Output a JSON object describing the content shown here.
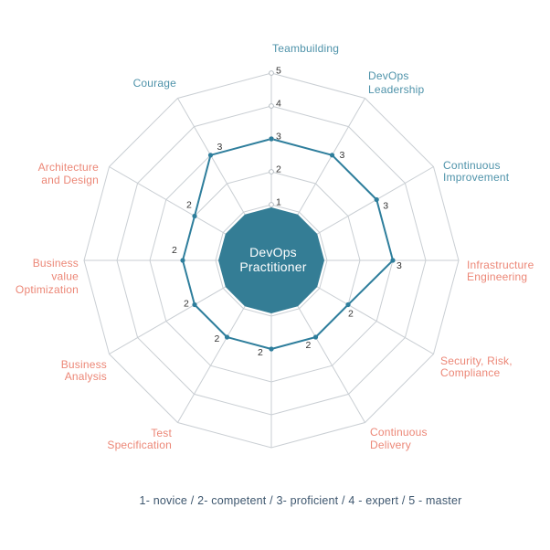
{
  "chart_data": {
    "type": "radar",
    "title": "",
    "center_label": "DevOps Practitioner",
    "center_label_lines": [
      "DevOps",
      "Practitioner"
    ],
    "axis_range": [
      0,
      5
    ],
    "scale_ticks": [
      "1",
      "2",
      "3",
      "4",
      "5"
    ],
    "grid": "on",
    "legend_position": "bottom",
    "legend": "1- novice / 2- competent  / 3- proficient /  4 - expert / 5 - master",
    "categories": [
      "Teambuilding",
      "DevOps Leadership",
      "Continuous Improvement",
      "Infrastructure Engineering",
      "Security, Risk, Compliance",
      "Continuous Delivery",
      "",
      "Test Specification",
      "Business Analysis",
      "Business value Optimization",
      "Architecture and Design",
      "Courage"
    ],
    "values": [
      3,
      3,
      3,
      3,
      2,
      2,
      2,
      2,
      2,
      2,
      2,
      3
    ],
    "axes": [
      {
        "label": "Teambuilding",
        "label_lines": [
          "Teambuilding"
        ],
        "value": 3,
        "color_role": "teal"
      },
      {
        "label": "DevOps Leadership",
        "label_lines": [
          "DevOps",
          "Leadership"
        ],
        "value": 3,
        "color_role": "teal"
      },
      {
        "label": "Continuous Improvement",
        "label_lines": [
          "Continuous",
          "Improvement"
        ],
        "value": 3,
        "color_role": "teal"
      },
      {
        "label": "Infrastructure Engineering",
        "label_lines": [
          "Infrastructure",
          "Engineering"
        ],
        "value": 3,
        "color_role": "salmon"
      },
      {
        "label": "Security, Risk, Compliance",
        "label_lines": [
          "Security, Risk,",
          "Compliance"
        ],
        "value": 2,
        "color_role": "salmon"
      },
      {
        "label": "Continuous Delivery",
        "label_lines": [
          "Continuous",
          "Delivery"
        ],
        "value": 2,
        "color_role": "salmon"
      },
      {
        "label": "",
        "label_lines": [],
        "value": 2,
        "color_role": null
      },
      {
        "label": "Test Specification",
        "label_lines": [
          "Test",
          "Specification"
        ],
        "value": 2,
        "color_role": "salmon"
      },
      {
        "label": "Business Analysis",
        "label_lines": [
          "Business",
          "Analysis"
        ],
        "value": 2,
        "color_role": "salmon"
      },
      {
        "label": "Business value Optimization",
        "label_lines": [
          "Business",
          "value",
          "Optimization"
        ],
        "value": 2,
        "color_role": "salmon"
      },
      {
        "label": "Architecture and Design",
        "label_lines": [
          "Architecture",
          "and Design"
        ],
        "value": 2,
        "color_role": "salmon"
      },
      {
        "label": "Courage",
        "label_lines": [
          "Courage"
        ],
        "value": 3,
        "color_role": "teal"
      }
    ]
  },
  "colors": {
    "teal_label": "#4f93aa",
    "salmon_label": "#ec8777",
    "series_line": "#2e7e9c",
    "center_fill": "#347d95",
    "center_text": "#ffffff",
    "grid_line": "#c9ced3",
    "tick_circle_stroke": "#b6bdc3",
    "number_text": "#333333",
    "legend_text": "#3d566e"
  }
}
